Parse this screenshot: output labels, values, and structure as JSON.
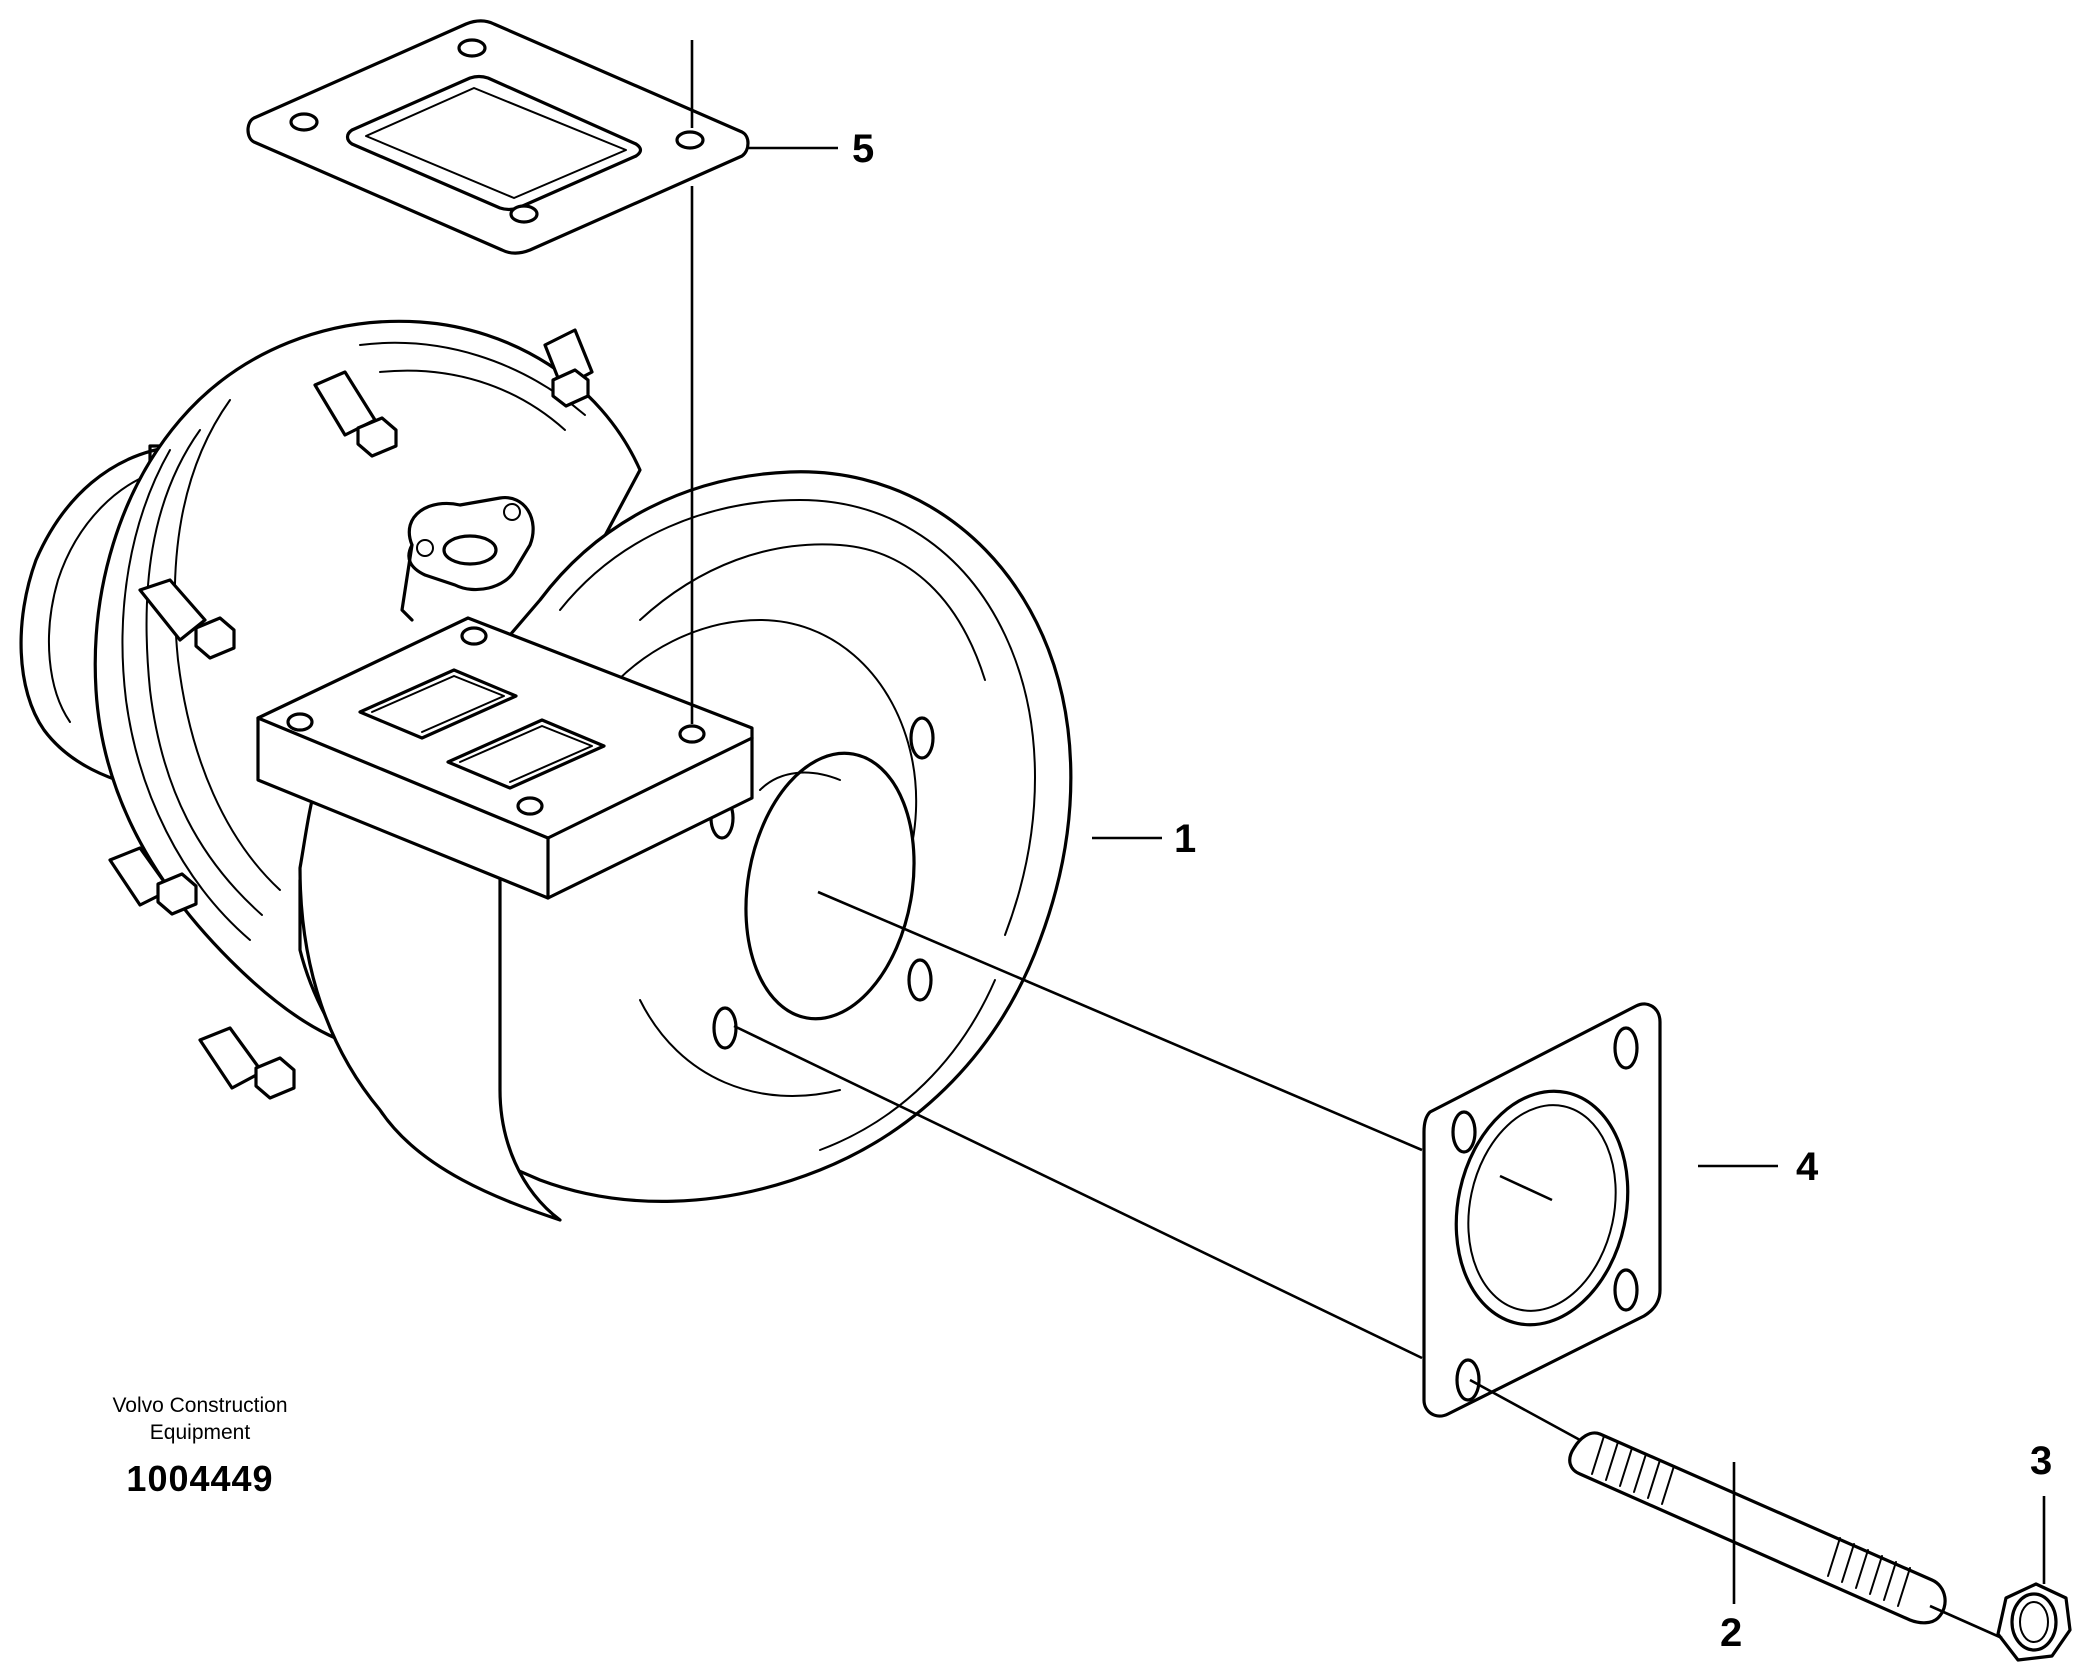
{
  "callouts": {
    "c1": "1",
    "c2": "2",
    "c3": "3",
    "c4": "4",
    "c5": "5"
  },
  "caption": {
    "company_line1": "Volvo Construction",
    "company_line2": "Equipment",
    "doc_number": "1004449"
  }
}
